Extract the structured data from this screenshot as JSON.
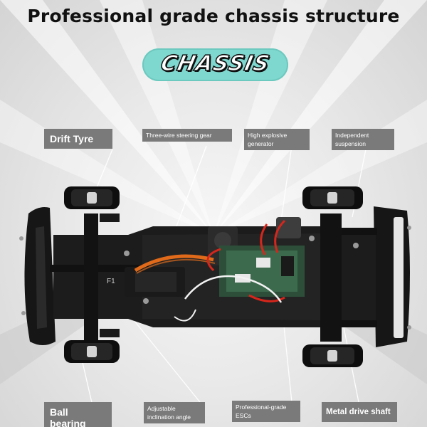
{
  "header": {
    "title": "Professional grade chassis structure",
    "badge": "CHASSIS"
  },
  "labels": {
    "drift_tyre": "Drift Tyre",
    "steering_gear": "Three-wire steering gear",
    "generator_line1": "High explosive",
    "generator_line2": "generator",
    "suspension_line1": "Independent",
    "suspension_line2": "suspension",
    "ball_bearing": "Ball bearing",
    "inclination_line1": "Adjustable",
    "inclination_line2": "inclination angle",
    "esc_line1": "Professional-grade",
    "esc_line2": "ESCs",
    "drive_shaft": "Metal drive shaft"
  },
  "colors": {
    "badge": "#7fd8cf",
    "label_bg": "#7a7a7a",
    "chassis": "#1c1c1c",
    "servo": "#e06a1a",
    "wire_red": "#d6261c"
  },
  "car_markings": {
    "servo_mark": "F1"
  }
}
